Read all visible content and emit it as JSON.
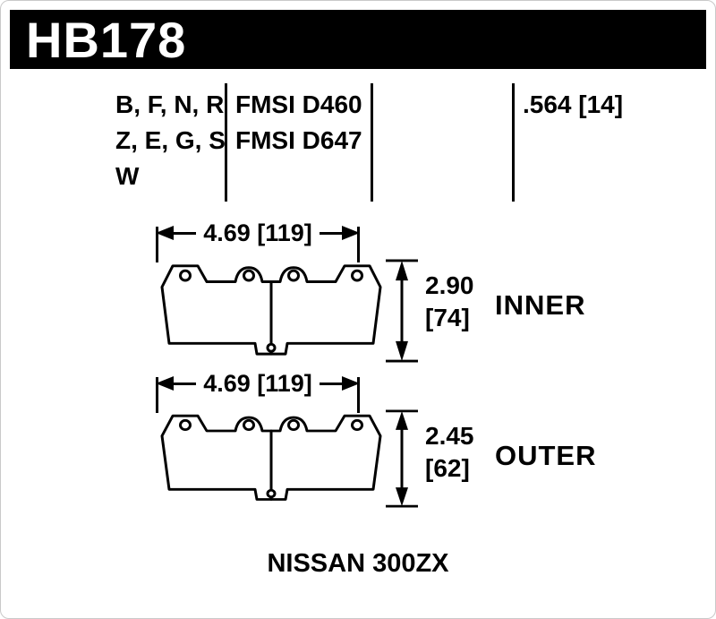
{
  "header": {
    "part_number": "HB178"
  },
  "spec": {
    "compound_rows": [
      "B, F, N, R",
      "Z, E, G, S",
      "W"
    ],
    "fmsi_rows": [
      "FMSI D460",
      "FMSI D647"
    ],
    "pad_thickness": ".564 [14]"
  },
  "pads": [
    {
      "width_dim": "4.69 [119]",
      "height_dim_in": "2.90",
      "height_dim_mm": "[74]",
      "position_label": "INNER"
    },
    {
      "width_dim": "4.69 [119]",
      "height_dim_in": "2.45",
      "height_dim_mm": "[62]",
      "position_label": "OUTER"
    }
  ],
  "footer": {
    "vehicle": "NISSAN 300ZX"
  },
  "colors": {
    "header_bg": "#000000",
    "header_fg": "#ffffff",
    "line": "#000000",
    "background": "#ffffff"
  }
}
